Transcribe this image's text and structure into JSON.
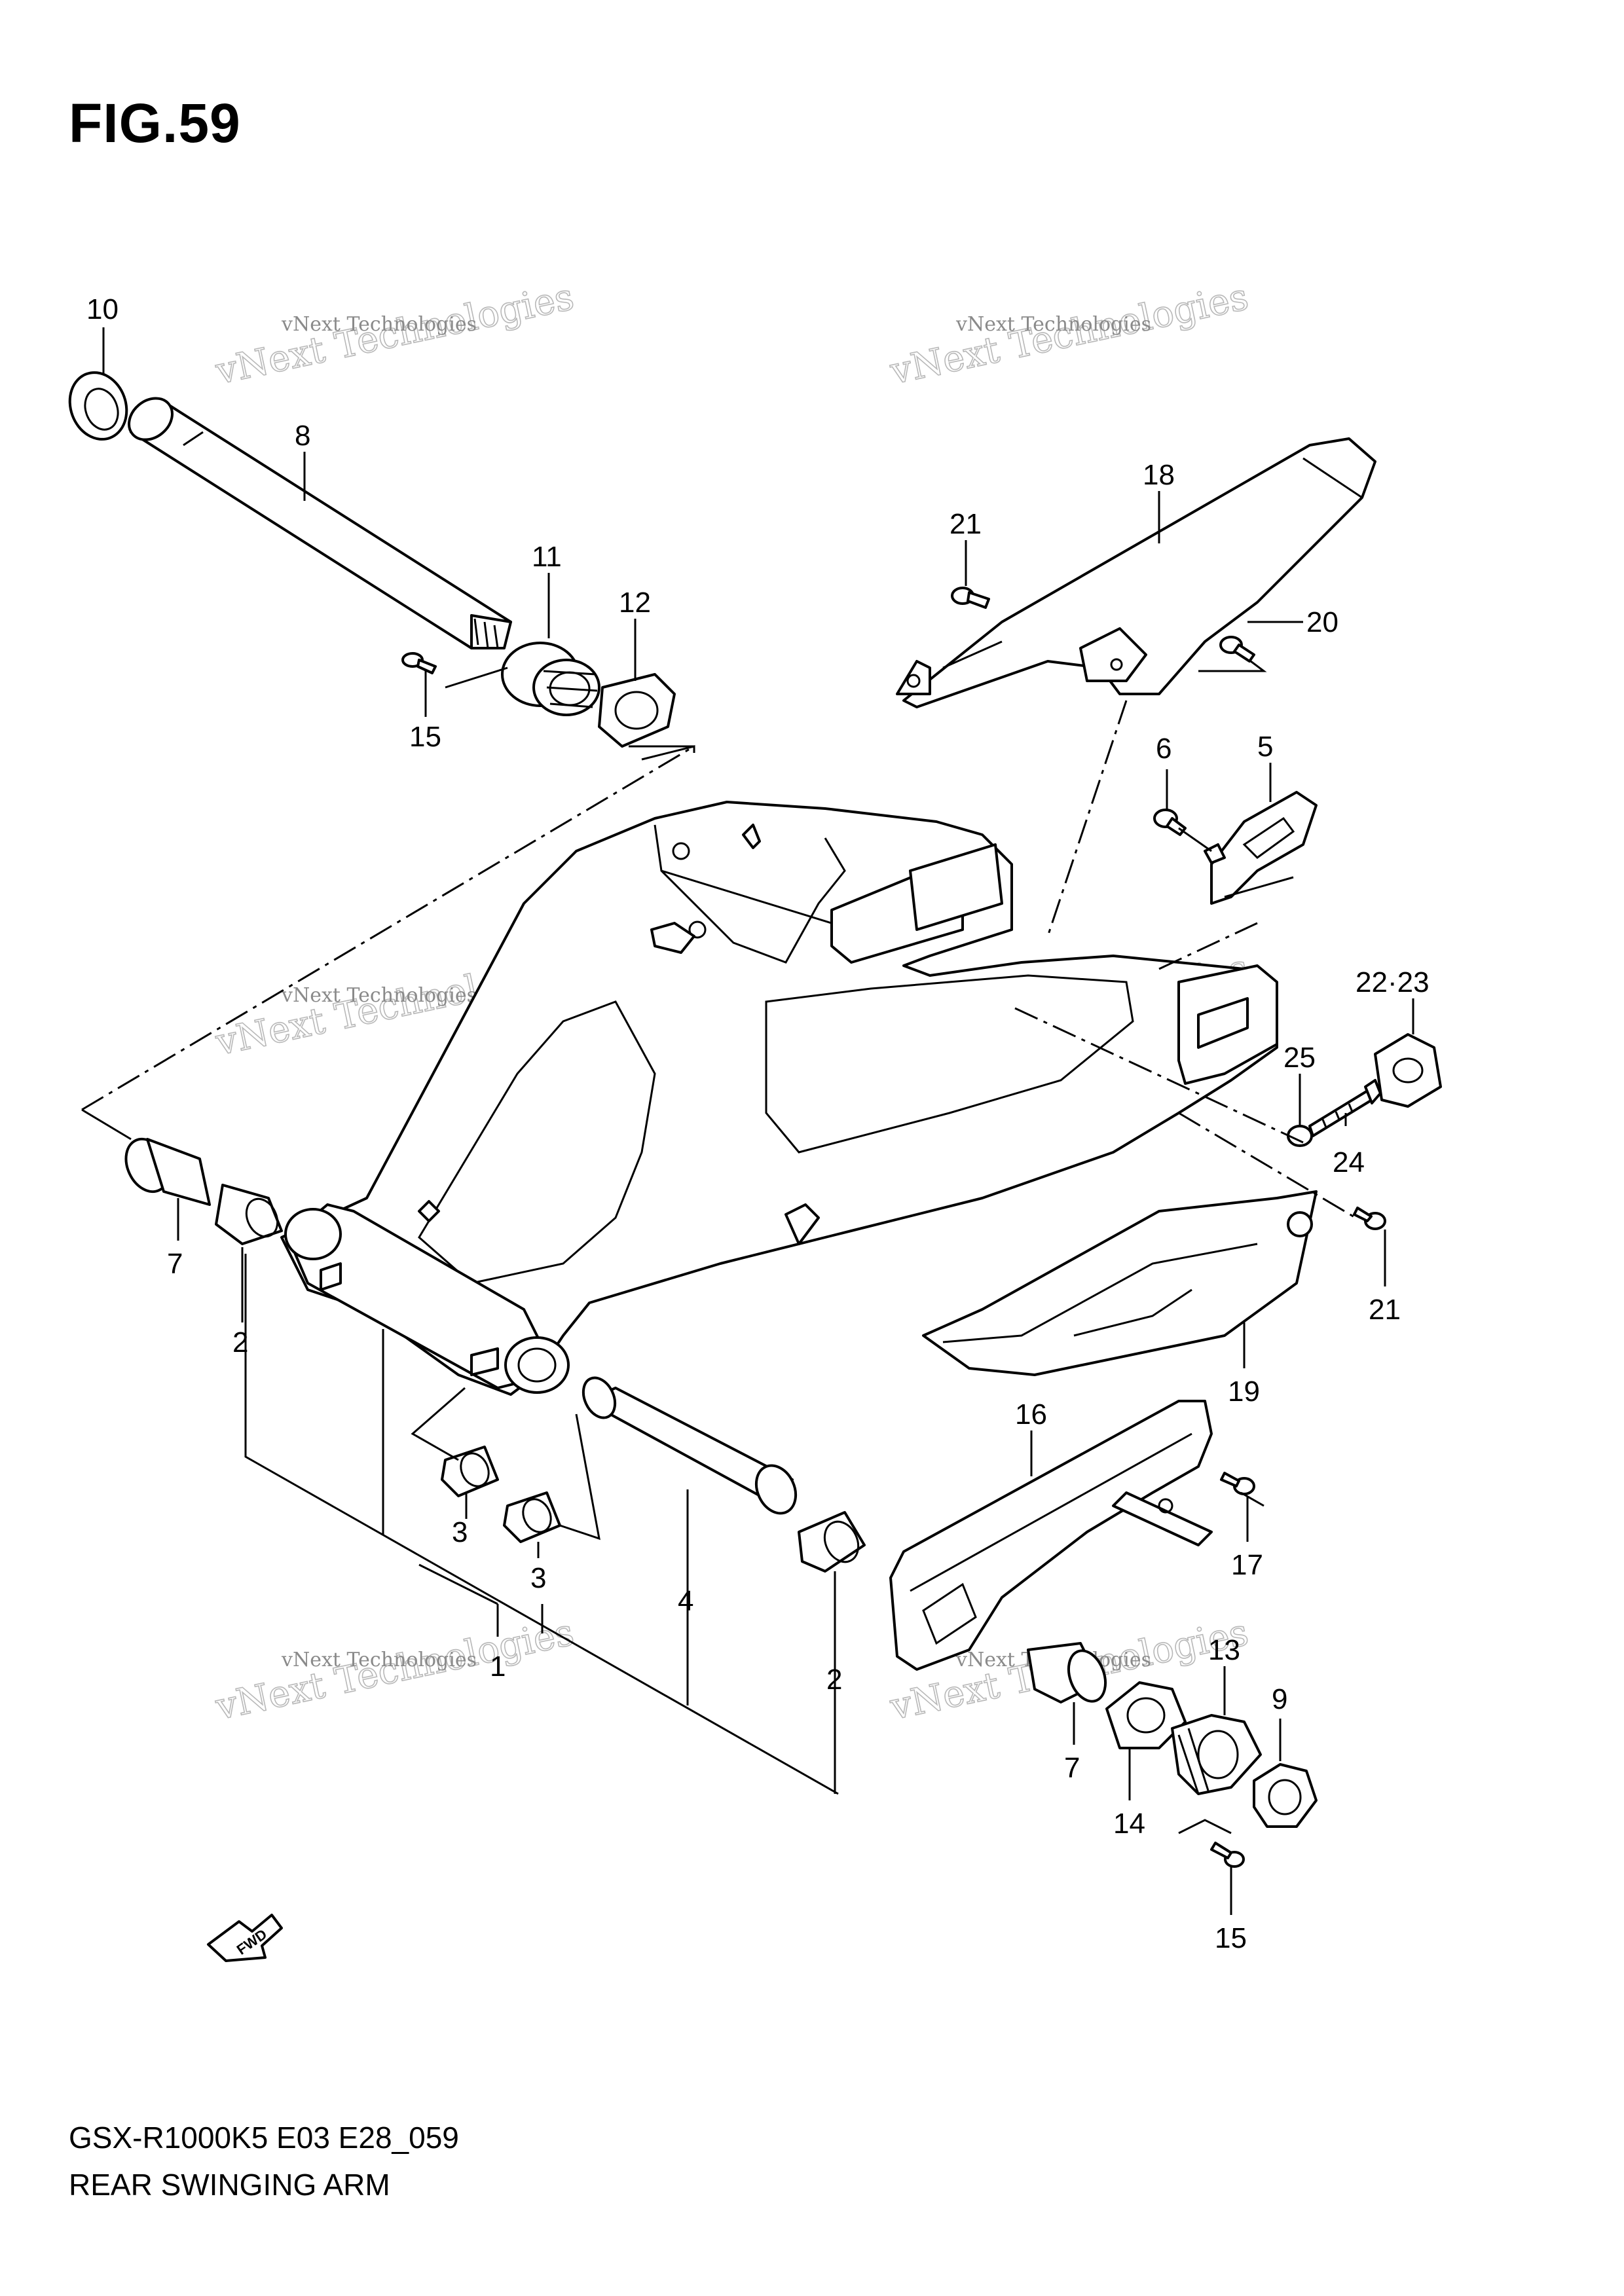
{
  "figure": {
    "title": "FIG.59"
  },
  "footer": {
    "code": "GSX-R1000K5 E03 E28_059",
    "name": "REAR SWINGING ARM"
  },
  "fwd_label": "FWD",
  "watermark": {
    "line1": "vNext Technologies",
    "line2": "vNext Technologies"
  },
  "callouts": {
    "c1": "1",
    "c2a": "2",
    "c2b": "2",
    "c3a": "3",
    "c3b": "3",
    "c4": "4",
    "c5": "5",
    "c6": "6",
    "c7a": "7",
    "c7b": "7",
    "c8": "8",
    "c9": "9",
    "c10": "10",
    "c11": "11",
    "c12": "12",
    "c13": "13",
    "c14": "14",
    "c15a": "15",
    "c15b": "15",
    "c16": "16",
    "c17": "17",
    "c18": "18",
    "c19": "19",
    "c20": "20",
    "c21a": "21",
    "c21b": "21",
    "c22_23": "22·23",
    "c24": "24",
    "c25": "25"
  }
}
